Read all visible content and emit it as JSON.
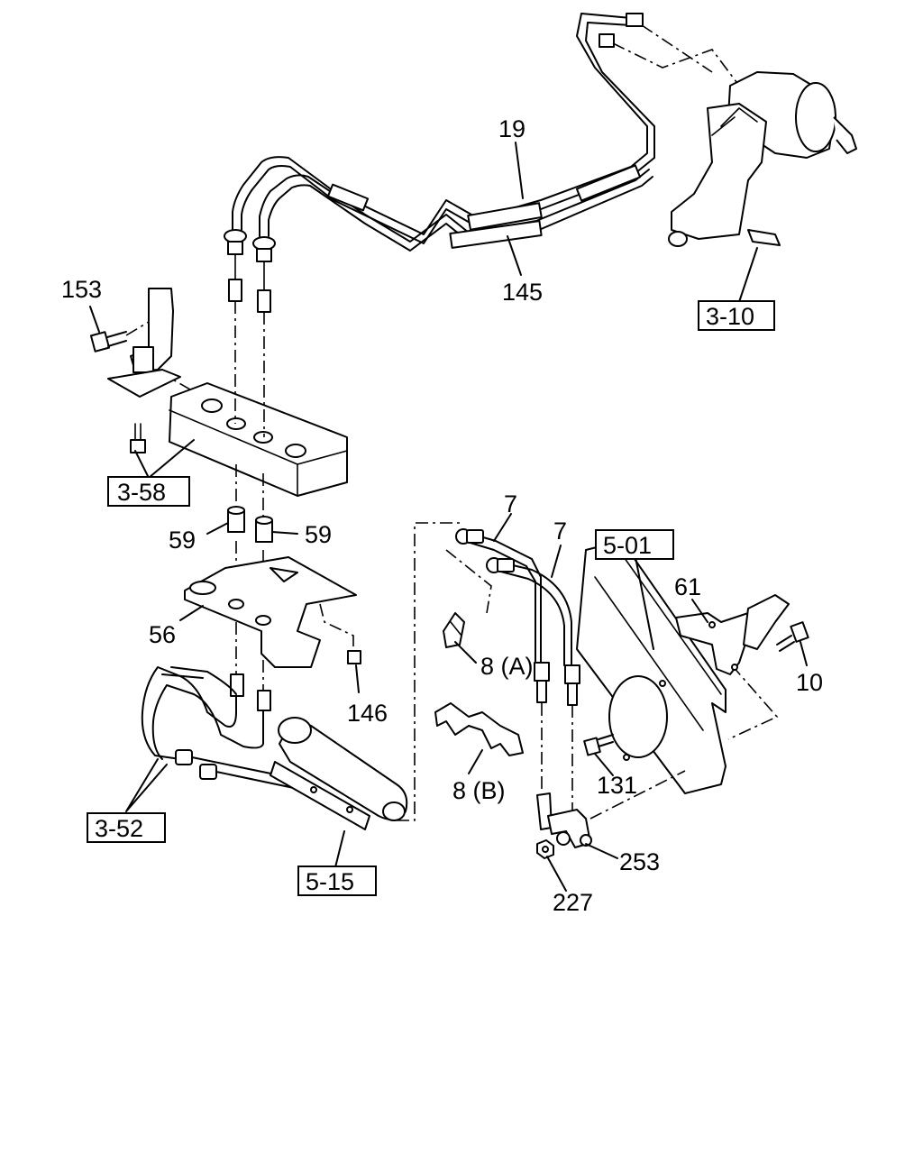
{
  "labels": {
    "l19": "19",
    "l145": "145",
    "l153": "153",
    "l3_10": "3-10",
    "l3_58": "3-58",
    "l59a": "59",
    "l59b": "59",
    "l56": "56",
    "l146": "146",
    "l7a": "7",
    "l7b": "7",
    "l5_01": "5-01",
    "l61": "61",
    "l10": "10",
    "l8a": "8 (A)",
    "l8b": "8 (B)",
    "l131": "131",
    "l3_52": "3-52",
    "l5_15": "5-15",
    "l253": "253",
    "l227": "227"
  }
}
